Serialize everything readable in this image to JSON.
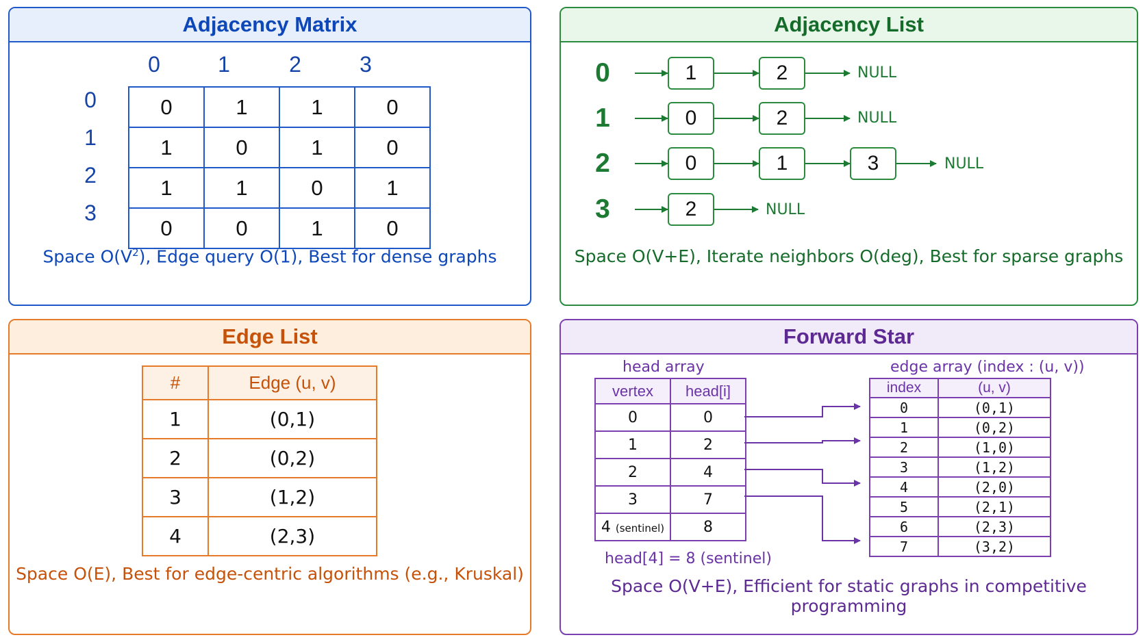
{
  "adjacency_matrix": {
    "title": "Adjacency Matrix",
    "column_labels": [
      "0",
      "1",
      "2",
      "3"
    ],
    "row_labels": [
      "0",
      "1",
      "2",
      "3"
    ],
    "rows": [
      [
        "0",
        "1",
        "1",
        "0"
      ],
      [
        "1",
        "0",
        "1",
        "0"
      ],
      [
        "1",
        "1",
        "0",
        "1"
      ],
      [
        "0",
        "0",
        "1",
        "0"
      ]
    ],
    "footnote_pre": "Space O(V",
    "footnote_sup": "2",
    "footnote_post": "), Edge query O(1), Best for dense graphs",
    "color": "#1f59c9"
  },
  "adjacency_list": {
    "title": "Adjacency List",
    "lists": [
      {
        "vertex": "0",
        "neighbors": [
          "1",
          "2"
        ]
      },
      {
        "vertex": "1",
        "neighbors": [
          "0",
          "2"
        ]
      },
      {
        "vertex": "2",
        "neighbors": [
          "0",
          "1",
          "3"
        ]
      },
      {
        "vertex": "3",
        "neighbors": [
          "2"
        ]
      }
    ],
    "null_label": "NULL",
    "footnote": "Space O(V+E), Iterate neighbors O(deg), Best for sparse graphs",
    "color": "#2a8a3e"
  },
  "edge_list": {
    "title": "Edge List",
    "headers": [
      "#",
      "Edge (u, v)"
    ],
    "rows": [
      [
        "1",
        "(0,1)"
      ],
      [
        "2",
        "(0,2)"
      ],
      [
        "3",
        "(1,2)"
      ],
      [
        "4",
        "(2,3)"
      ]
    ],
    "footnote": "Space O(E), Best for edge-centric algorithms (e.g., Kruskal)",
    "color": "#e77a28"
  },
  "forward_star": {
    "title": "Forward Star",
    "head_caption": "head array",
    "head_headers": [
      "vertex",
      "head[i]"
    ],
    "head_rows": [
      {
        "vertex": "0",
        "tag": "",
        "head": "0"
      },
      {
        "vertex": "1",
        "tag": "",
        "head": "2"
      },
      {
        "vertex": "2",
        "tag": "",
        "head": "4"
      },
      {
        "vertex": "3",
        "tag": "",
        "head": "7"
      },
      {
        "vertex": "4",
        "tag": "(sentinel)",
        "head": "8"
      }
    ],
    "sentinel_note": "head[4] = 8 (sentinel)",
    "edge_caption": "edge array (index : (u, v))",
    "edge_headers": [
      "index",
      "(u, v)"
    ],
    "edge_rows": [
      [
        "0",
        "(0,1)"
      ],
      [
        "1",
        "(0,2)"
      ],
      [
        "2",
        "(1,0)"
      ],
      [
        "3",
        "(1,2)"
      ],
      [
        "4",
        "(2,0)"
      ],
      [
        "5",
        "(2,1)"
      ],
      [
        "6",
        "(2,3)"
      ],
      [
        "7",
        "(3,2)"
      ]
    ],
    "footnote": "Space O(V+E), Efficient for static graphs in competitive programming",
    "color": "#7b3fb0"
  }
}
